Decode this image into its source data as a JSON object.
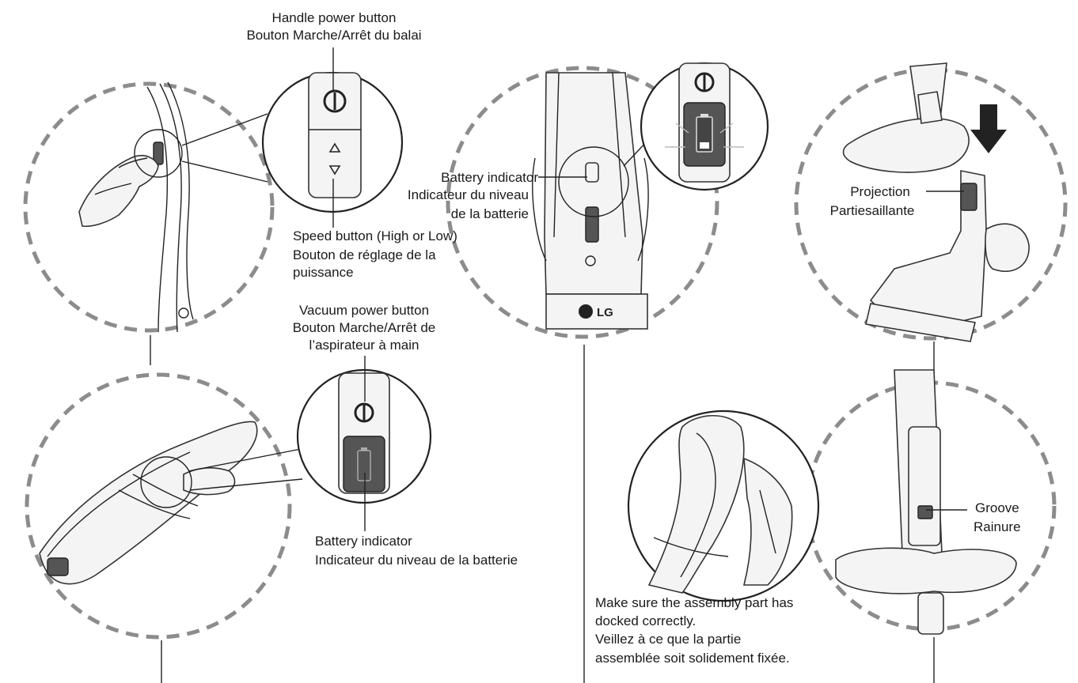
{
  "labels": {
    "handle_power_en": "Handle power button",
    "handle_power_fr": "Bouton Marche/Arrêt du balai",
    "speed_en": "Speed button (High or Low)",
    "speed_fr_1": "Bouton de réglage de la",
    "speed_fr_2": "puissance",
    "vacuum_power_en": "Vacuum power button",
    "vacuum_power_fr_1": "Bouton Marche/Arrêt de",
    "vacuum_power_fr_2": "l’aspirateur à main",
    "battery_bottom_en": "Battery indicator",
    "battery_bottom_fr": "Indicateur du niveau de la batterie",
    "battery_mid_en": "Battery indicator",
    "battery_mid_fr_1": "Indicateur du niveau",
    "battery_mid_fr_2": "de la batterie",
    "brand_logo": "LG",
    "projection_en": "Projection",
    "projection_fr": "Partiesaillante",
    "groove_en": "Groove",
    "groove_fr": "Rainure",
    "docked_en_1": "Make sure the assembly part has",
    "docked_en_2": "docked correctly.",
    "docked_fr_1": "Veillez à ce que la partie",
    "docked_fr_2": "assemblée soit solidement fixée."
  },
  "icons": {
    "power": "power-icon",
    "speed_up": "triangle-up-icon",
    "speed_down": "triangle-down-icon",
    "battery": "battery-icon",
    "arrow": "arrow-down-icon"
  },
  "colors": {
    "dashed_circle": "#8c8c8c",
    "line_art": "#222222",
    "panel_dark": "#555555"
  }
}
